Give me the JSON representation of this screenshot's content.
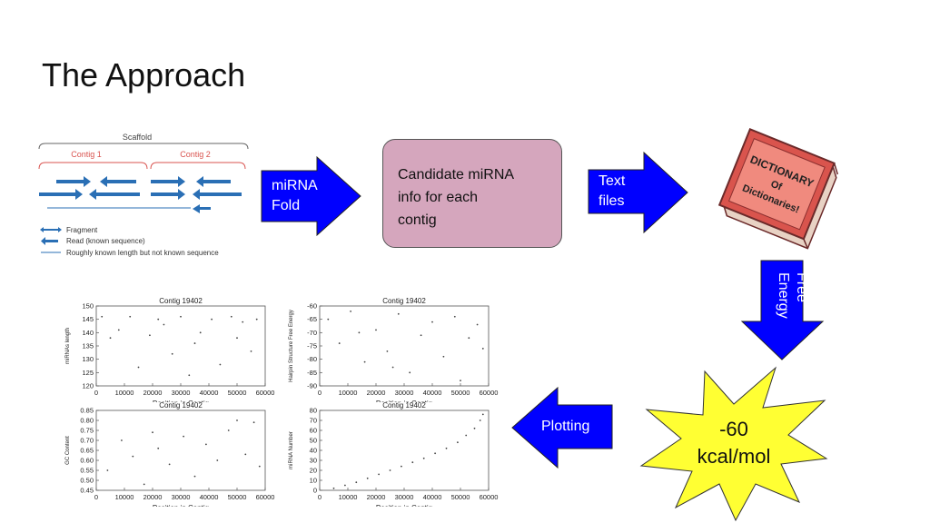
{
  "title": "The Approach",
  "scaffold": {
    "title": "Scaffold",
    "contig1": "Contig 1",
    "contig2": "Contig 2",
    "legend": [
      "Fragment",
      "Read (known sequence)",
      "Roughly known length but not known sequence"
    ]
  },
  "arrows": {
    "mirna_fold": "miRNA\nFold",
    "text_files": "Text\nfiles",
    "free_energy": "Free\nEnergy",
    "plotting": "Plotting"
  },
  "candidate_box": "Candidate miRNA\ninfo for each\ncontig",
  "book": {
    "lines": [
      "DICTIONARY",
      "Of",
      "Dictionaries!"
    ]
  },
  "starburst": {
    "line1": "-60",
    "line2": "kcal/mol"
  },
  "colors": {
    "arrow_blue": "#0000ff",
    "box_pink": "#d5a6bd",
    "star_yellow": "#ffff33",
    "book_red": "#d9544d",
    "contig_red": "#d9534f",
    "read_blue": "#2a6fb5"
  },
  "chart_data": [
    {
      "type": "scatter",
      "title": "Contig 19402",
      "xlabel": "Position in Contig",
      "ylabel": "miRNAs length",
      "xlim": [
        0,
        60000
      ],
      "ylim": [
        120,
        150
      ],
      "xticks": [
        "0",
        "10000",
        "20000",
        "30000",
        "40000",
        "50000",
        "60000"
      ],
      "yticks": [
        "120",
        "125",
        "130",
        "135",
        "140",
        "145",
        "150"
      ],
      "points": [
        [
          2000,
          146
        ],
        [
          5000,
          138
        ],
        [
          8000,
          141
        ],
        [
          12000,
          146
        ],
        [
          15000,
          127
        ],
        [
          19000,
          139
        ],
        [
          22000,
          145
        ],
        [
          27000,
          132
        ],
        [
          30000,
          146
        ],
        [
          33000,
          124
        ],
        [
          37000,
          140
        ],
        [
          41000,
          145
        ],
        [
          44000,
          128
        ],
        [
          48000,
          146
        ],
        [
          50000,
          138
        ],
        [
          52000,
          144
        ],
        [
          55000,
          133
        ],
        [
          57000,
          145
        ],
        [
          24000,
          143
        ],
        [
          35000,
          136
        ]
      ]
    },
    {
      "type": "scatter",
      "title": "Contig 19402",
      "xlabel": "Position in Contig",
      "ylabel": "Hairpin Structure Free Energy",
      "xlim": [
        0,
        60000
      ],
      "ylim": [
        -90,
        -60
      ],
      "xticks": [
        "0",
        "10000",
        "20000",
        "30000",
        "40000",
        "50000",
        "60000"
      ],
      "yticks": [
        "-90",
        "-85",
        "-80",
        "-75",
        "-70",
        "-65",
        "-60"
      ],
      "points": [
        [
          3000,
          -65
        ],
        [
          7000,
          -74
        ],
        [
          11000,
          -62
        ],
        [
          16000,
          -81
        ],
        [
          20000,
          -69
        ],
        [
          24000,
          -77
        ],
        [
          28000,
          -63
        ],
        [
          32000,
          -85
        ],
        [
          36000,
          -71
        ],
        [
          40000,
          -66
        ],
        [
          44000,
          -79
        ],
        [
          48000,
          -64
        ],
        [
          50000,
          -88
        ],
        [
          53000,
          -72
        ],
        [
          56000,
          -67
        ],
        [
          58000,
          -76
        ],
        [
          14000,
          -70
        ],
        [
          26000,
          -83
        ]
      ]
    },
    {
      "type": "scatter",
      "title": "Contig 19402",
      "xlabel": "Position in Contig",
      "ylabel": "GC Content",
      "xlim": [
        0,
        60000
      ],
      "ylim": [
        0.45,
        0.85
      ],
      "xticks": [
        "0",
        "10000",
        "20000",
        "30000",
        "40000",
        "50000",
        "60000"
      ],
      "yticks": [
        "0.45",
        "0.50",
        "0.55",
        "0.60",
        "0.65",
        "0.70",
        "0.75",
        "0.80",
        "0.85"
      ],
      "points": [
        [
          4000,
          0.55
        ],
        [
          9000,
          0.7
        ],
        [
          13000,
          0.62
        ],
        [
          17000,
          0.48
        ],
        [
          22000,
          0.66
        ],
        [
          26000,
          0.58
        ],
        [
          31000,
          0.72
        ],
        [
          35000,
          0.52
        ],
        [
          39000,
          0.68
        ],
        [
          43000,
          0.6
        ],
        [
          47000,
          0.75
        ],
        [
          50000,
          0.8
        ],
        [
          53000,
          0.63
        ],
        [
          56000,
          0.79
        ],
        [
          58000,
          0.57
        ],
        [
          20000,
          0.74
        ]
      ]
    },
    {
      "type": "scatter",
      "title": "Contig 19402",
      "xlabel": "Position in Contig",
      "ylabel": "miRNA Number",
      "xlim": [
        0,
        60000
      ],
      "ylim": [
        0,
        80
      ],
      "xticks": [
        "0",
        "10000",
        "20000",
        "30000",
        "40000",
        "50000",
        "60000"
      ],
      "yticks": [
        "0",
        "10",
        "20",
        "30",
        "40",
        "50",
        "60",
        "70",
        "80"
      ],
      "points": [
        [
          5000,
          2
        ],
        [
          9000,
          5
        ],
        [
          13000,
          8
        ],
        [
          17000,
          12
        ],
        [
          21000,
          16
        ],
        [
          25000,
          20
        ],
        [
          29000,
          24
        ],
        [
          33000,
          28
        ],
        [
          37000,
          32
        ],
        [
          41000,
          37
        ],
        [
          45000,
          42
        ],
        [
          49000,
          48
        ],
        [
          52000,
          55
        ],
        [
          55000,
          62
        ],
        [
          57000,
          70
        ],
        [
          58000,
          76
        ]
      ]
    }
  ]
}
